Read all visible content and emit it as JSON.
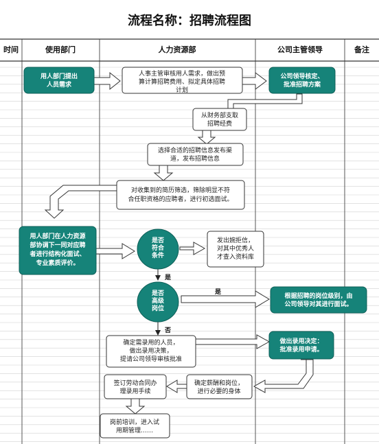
{
  "title": "流程名称：招聘流程图",
  "columns": [
    "时间",
    "使用部门",
    "人力资源部",
    "公司主管领导",
    "备注"
  ],
  "nodes": {
    "user_req": [
      "用人部门提出",
      "人员需求"
    ],
    "hr_review": [
      "人事主管审核用人需求，做出预",
      "算计算招聘费用、拟定具体招聘",
      "计划"
    ],
    "leader_approve": [
      "公司领导核定、",
      "批准招聘方案"
    ],
    "finance": [
      "从财务部支取",
      "招聘经费"
    ],
    "channel": [
      "选择合适的招聘信息发布渠",
      "道，发布招聘信息"
    ],
    "screen": [
      "对收集到的简历筛选，筛除明显不符",
      "合任职资格的应聘者，进行初选面试。"
    ],
    "dept_interview": [
      "用人部门在人力资源",
      "部协调下一同对应聘",
      "者进行结构化面试、",
      "专业素质评价。"
    ],
    "decision_fit": [
      "是否",
      "符合",
      "条件"
    ],
    "reserve": [
      "发出婉拒信，",
      "对其中优秀人",
      "才查入资料库"
    ],
    "decision_senior": [
      "是否",
      "高级",
      "岗位"
    ],
    "senior_interview": [
      "根据招聘的岗位级别，由",
      "公司领导对其进行面试。"
    ],
    "confirm_hire": [
      "确定需录用的人员，",
      "做出录用决策，",
      "提请公司领导审核批准"
    ],
    "leader_decide": [
      "做出录用决定：",
      "批准录用申请。"
    ],
    "salary": [
      "确定薪酬和岗位，",
      "进行必要的身体"
    ],
    "contract": [
      "签订劳动合同办",
      "理录用手续"
    ],
    "training": [
      "岗前培训，进入试",
      "用期管理……"
    ]
  },
  "labels": {
    "yes": "是",
    "no": "否"
  }
}
